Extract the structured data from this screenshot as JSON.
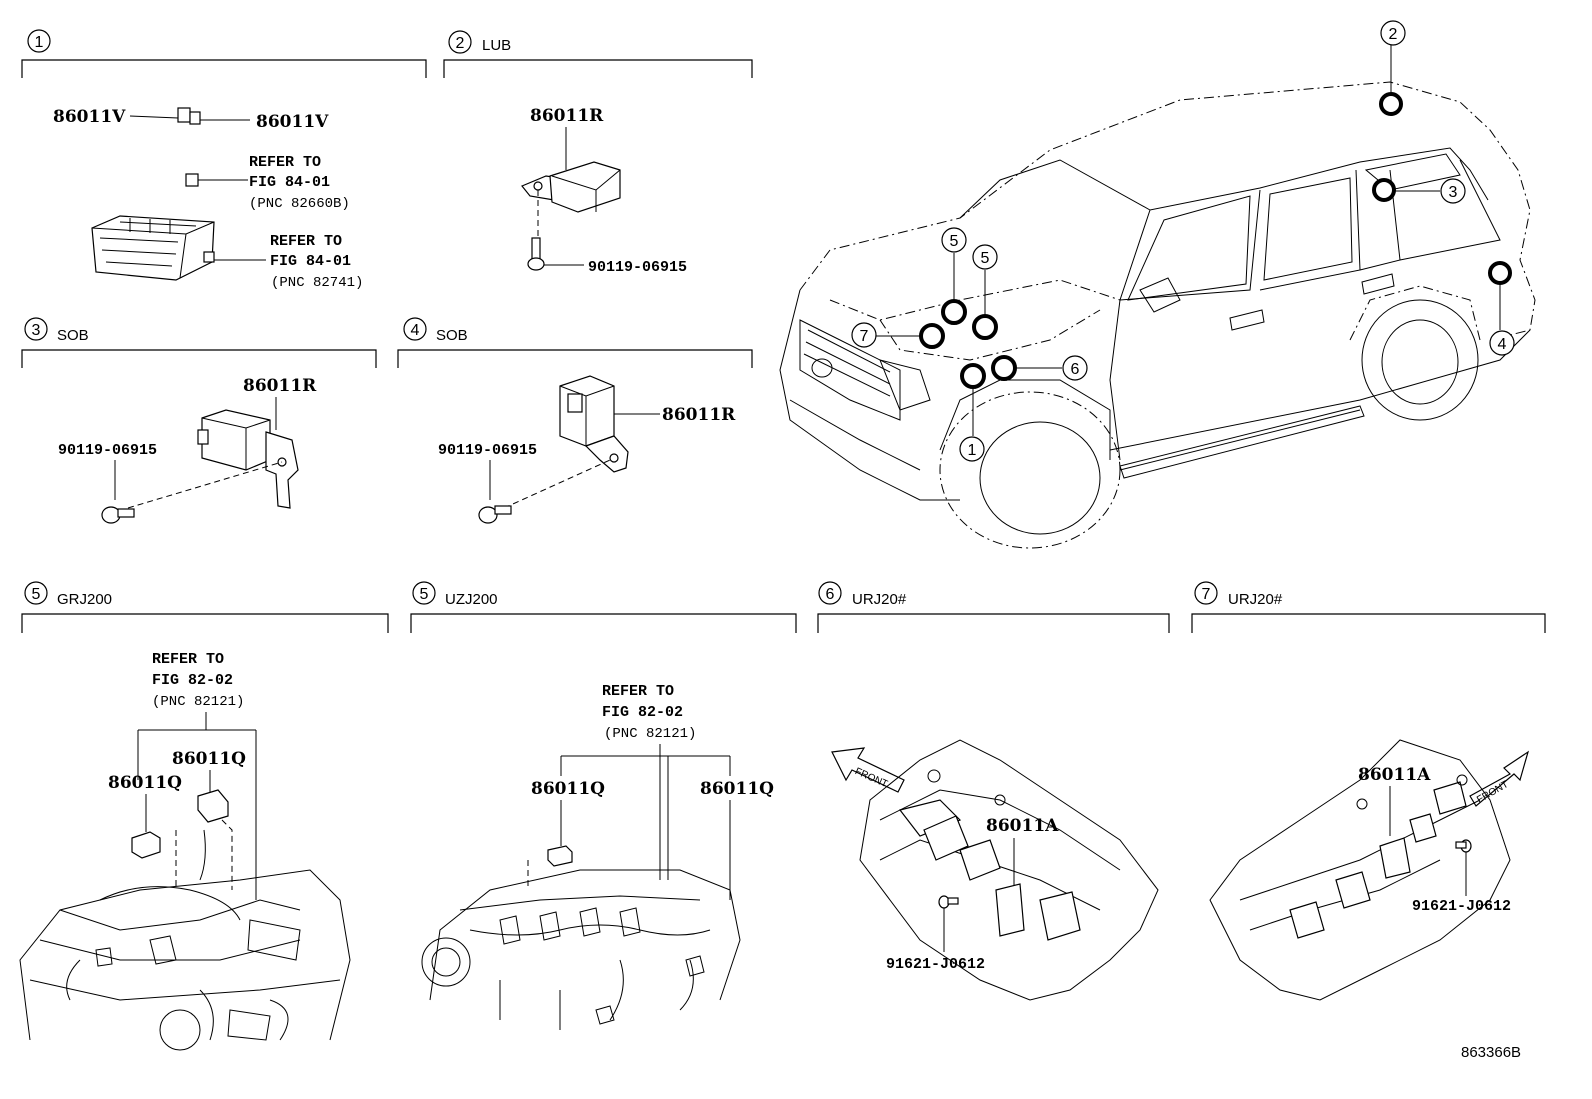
{
  "diagram_id": "863366B",
  "sections": [
    {
      "num": "1",
      "label": ""
    },
    {
      "num": "2",
      "label": "LUB"
    },
    {
      "num": "3",
      "label": "SOB"
    },
    {
      "num": "4",
      "label": "SOB"
    },
    {
      "num": "5",
      "label": "GRJ200"
    },
    {
      "num": "5",
      "label": "UZJ200"
    },
    {
      "num": "6",
      "label": "URJ20#"
    },
    {
      "num": "7",
      "label": "URJ20#"
    }
  ],
  "parts": {
    "s1_left": "86011V",
    "s1_right": "86011V",
    "s2": "86011R",
    "s2_bolt": "90119-06915",
    "s3": "86011R",
    "s3_bolt": "90119-06915",
    "s4": "86011R",
    "s4_bolt": "90119-06915",
    "s5a_q1": "86011Q",
    "s5a_q2": "86011Q",
    "s5b_q1": "86011Q",
    "s5b_q2": "86011Q",
    "s6_a": "86011A",
    "s6_bolt": "91621-J0612",
    "s7_a": "86011A",
    "s7_bolt": "91621-J0612"
  },
  "refs": {
    "r1": {
      "line1": "REFER TO",
      "line2": "FIG 84-01",
      "line3": "(PNC 82660B)"
    },
    "r2": {
      "line1": "REFER TO",
      "line2": "FIG 84-01",
      "line3": "(PNC 82741)"
    },
    "r3": {
      "line1": "REFER TO",
      "line2": "FIG 82-02",
      "line3": "(PNC 82121)"
    },
    "r4": {
      "line1": "REFER TO",
      "line2": "FIG 82-02",
      "line3": "(PNC 82121)"
    }
  },
  "vehicle_callouts": [
    "2",
    "3",
    "4",
    "5",
    "5",
    "7",
    "6",
    "1"
  ],
  "front_label": "FRONT"
}
